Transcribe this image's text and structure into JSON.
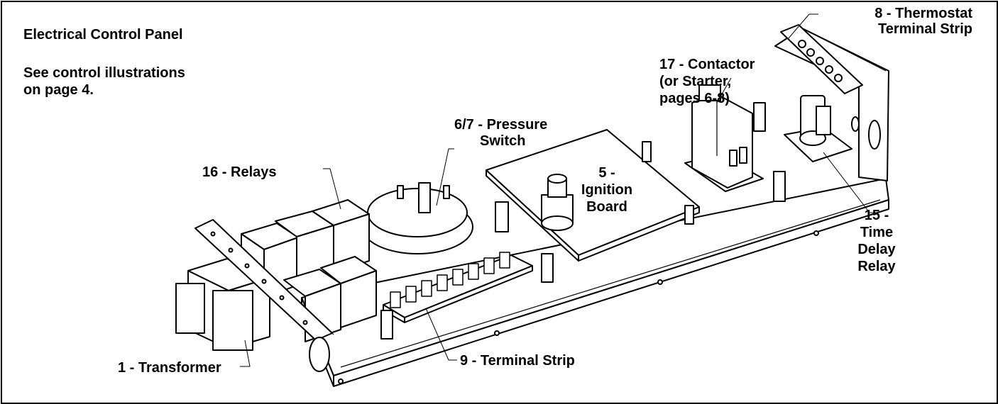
{
  "title": "Electrical Control Panel",
  "note_line1": "See control illustrations",
  "note_line2": "on page 4.",
  "labels": {
    "thermostat_1": "8 - Thermostat",
    "thermostat_2": "Terminal Strip",
    "contactor_1": "17 - Contactor",
    "contactor_2": "(or Starter,",
    "contactor_3": "pages 6-8)",
    "pressure_1": "6/7 - Pressure",
    "pressure_2": "Switch",
    "relays": "16 - Relays",
    "ignition_1": "5 -",
    "ignition_2": "Ignition",
    "ignition_3": "Board",
    "timedelay_1": "15 -",
    "timedelay_2": "Time",
    "timedelay_3": "Delay",
    "timedelay_4": "Relay",
    "transformer": "1 - Transformer",
    "terminal_strip": "9 - Terminal Strip"
  },
  "colors": {
    "line": "#000000",
    "background": "#ffffff"
  }
}
